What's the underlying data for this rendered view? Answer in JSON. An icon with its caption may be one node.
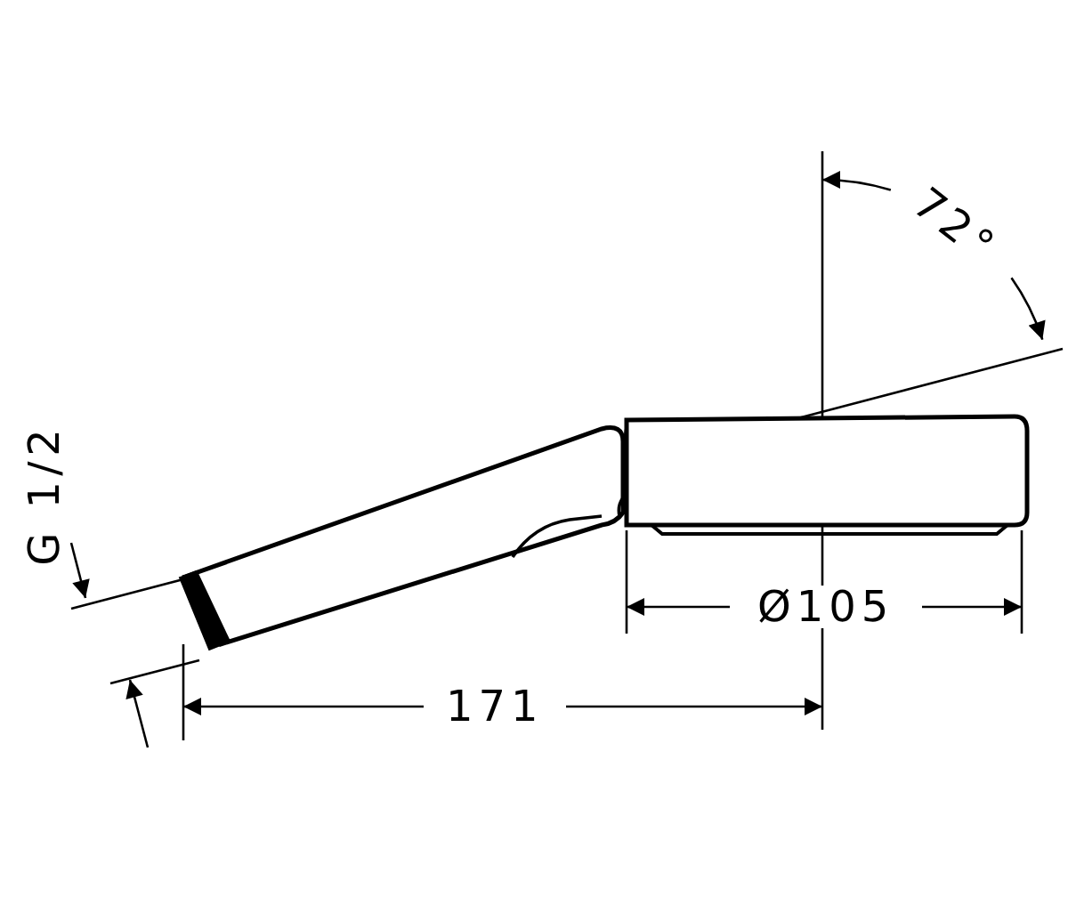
{
  "diagram": {
    "labels": [
      "72°",
      "G 1/2",
      "Ø105",
      "171"
    ]
  }
}
